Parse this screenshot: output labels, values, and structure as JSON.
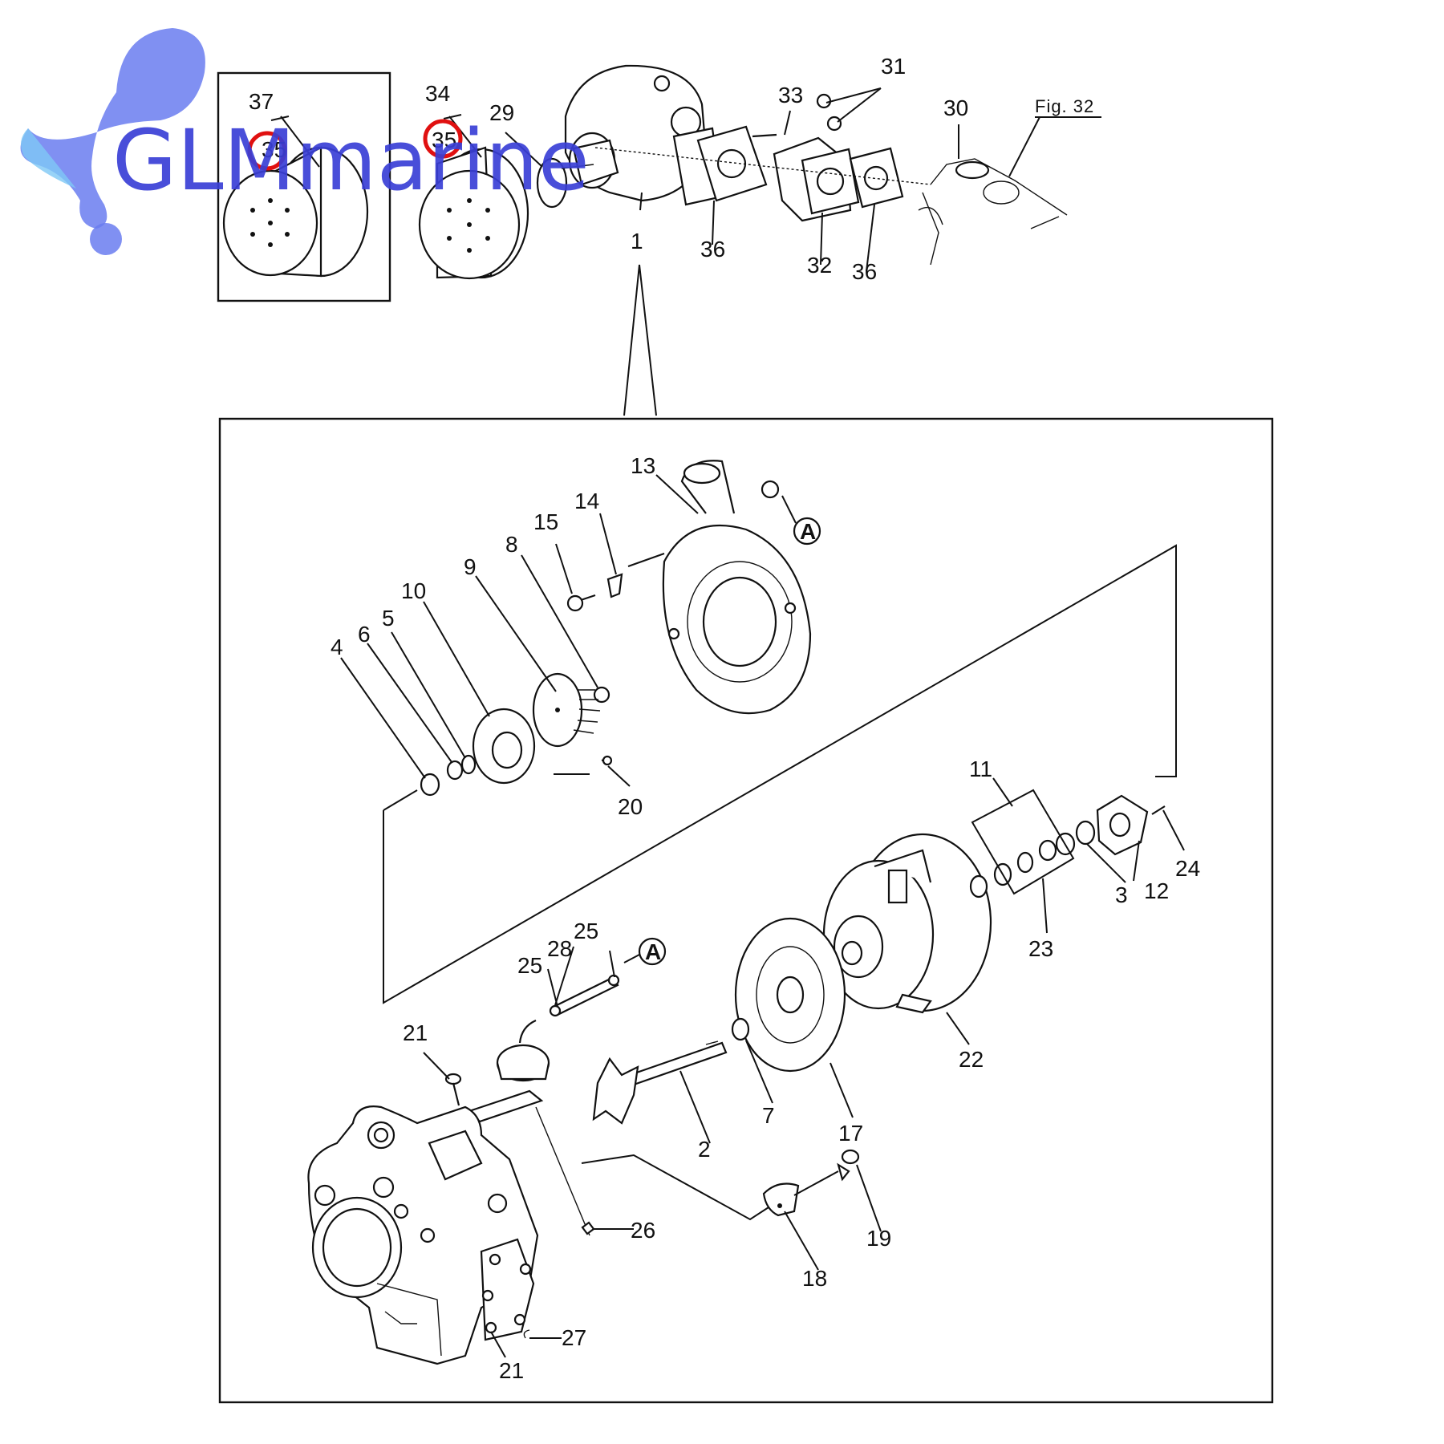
{
  "watermark": {
    "text": "GLMmarine",
    "color": "#3a3fd6",
    "drop_color": "#6a7cf0"
  },
  "highlight_color": "#e01010",
  "figure_ref": "Fig. 32",
  "callout_letter": "A",
  "labels": {
    "p1": "1",
    "p2": "2",
    "p3": "3",
    "p4": "4",
    "p5": "5",
    "p6": "6",
    "p7": "7",
    "p8": "8",
    "p9": "9",
    "p10": "10",
    "p11": "11",
    "p12": "12",
    "p13": "13",
    "p14": "14",
    "p15": "15",
    "p17": "17",
    "p18": "18",
    "p19": "19",
    "p20": "20",
    "p21a": "21",
    "p21b": "21",
    "p22": "22",
    "p23": "23",
    "p24": "24",
    "p25a": "25",
    "p25b": "25",
    "p26": "26",
    "p27": "27",
    "p28": "28",
    "p29": "29",
    "p30": "30",
    "p31": "31",
    "p32": "32",
    "p33": "33",
    "p34": "34",
    "p35": "35",
    "p36a": "36",
    "p36b": "36",
    "p37": "37"
  }
}
